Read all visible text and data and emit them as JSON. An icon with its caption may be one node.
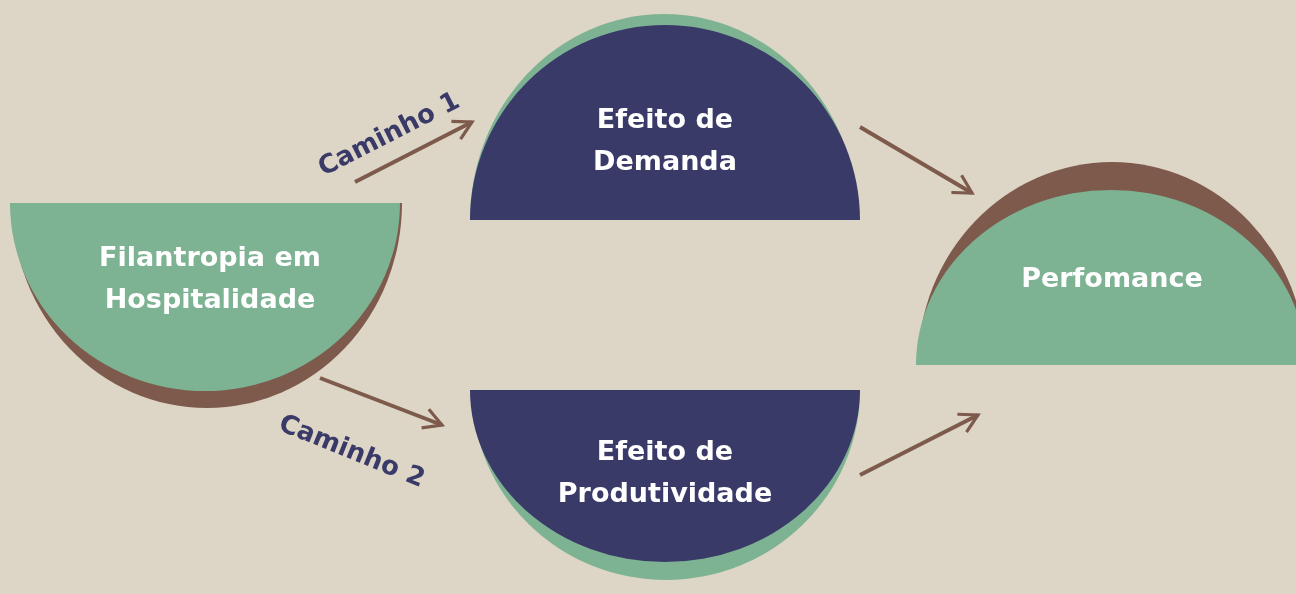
{
  "diagram": {
    "nodes": [
      {
        "text": [
          "Filantropia em Hospitalidade"
        ]
      },
      {
        "text": [
          "Efeito de Demanda"
        ]
      },
      {
        "text": [
          "Efeito de Produtividade"
        ]
      },
      {
        "text": [
          "Perfomance"
        ]
      }
    ],
    "edges": [
      {
        "from": 0,
        "to": 1,
        "arrow": "to",
        "label": "Caminho 1"
      },
      {
        "from": 0,
        "to": 2,
        "arrow": "to",
        "label": "Caminho 2"
      },
      {
        "from": 1,
        "to": 3,
        "arrow": "to"
      },
      {
        "from": 2,
        "to": 3,
        "arrow": "to"
      }
    ]
  }
}
